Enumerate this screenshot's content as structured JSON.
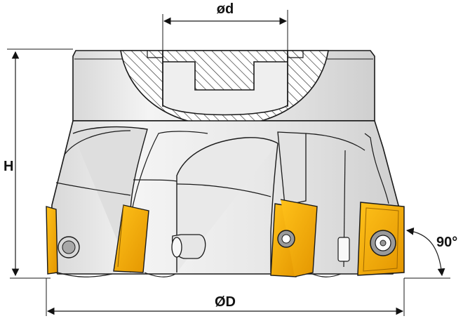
{
  "labels": {
    "bore_diameter": "ød",
    "height": "H",
    "cutter_diameter": "ØD",
    "lead_angle": "90°"
  },
  "colors": {
    "outline": "#1a1a1a",
    "body_light": "#f2f2f2",
    "body_mid": "#e4e4e4",
    "body_dark": "#cfcfcf",
    "hatch": "#2a2a2a",
    "insert_gold": "#f5a800",
    "insert_gold_dark": "#c98500",
    "screw_gray": "#9a9a9a"
  },
  "icons": {
    "arrow": "arrow-icon",
    "screw": "torx-screw-icon"
  }
}
